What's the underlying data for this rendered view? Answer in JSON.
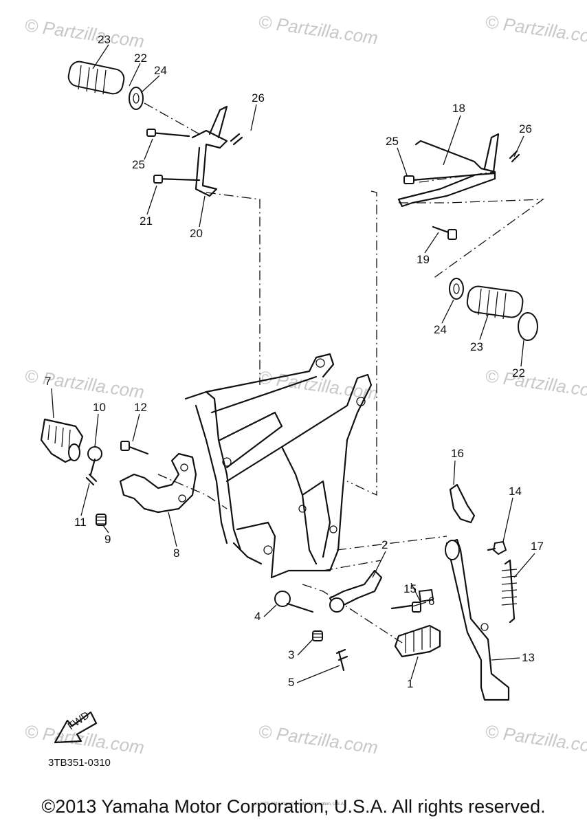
{
  "watermark": "© Partzilla.com",
  "diagram_code": "3TB351-0310",
  "fwd_label": "FWD",
  "small_credit": "(c) 2005-2016 Yamaha Motor Corporation, U.S.A.",
  "copyright": "©2013 Yamaha Motor Corporation, U.S.A. All rights reserved.",
  "part_labels": {
    "p1": "1",
    "p2": "2",
    "p3": "3",
    "p4": "4",
    "p5": "5",
    "p6": "6",
    "p7": "7",
    "p8": "8",
    "p9": "9",
    "p10": "10",
    "p11": "11",
    "p12": "12",
    "p13": "13",
    "p14": "14",
    "p15": "15",
    "p16": "16",
    "p17": "17",
    "p18": "18",
    "p19": "19",
    "p20": "20",
    "p21": "21",
    "p22a": "22",
    "p22b": "22",
    "p23a": "23",
    "p23b": "23",
    "p24a": "24",
    "p24b": "24",
    "p25a": "25",
    "p25b": "25",
    "p26a": "26",
    "p26b": "26"
  }
}
